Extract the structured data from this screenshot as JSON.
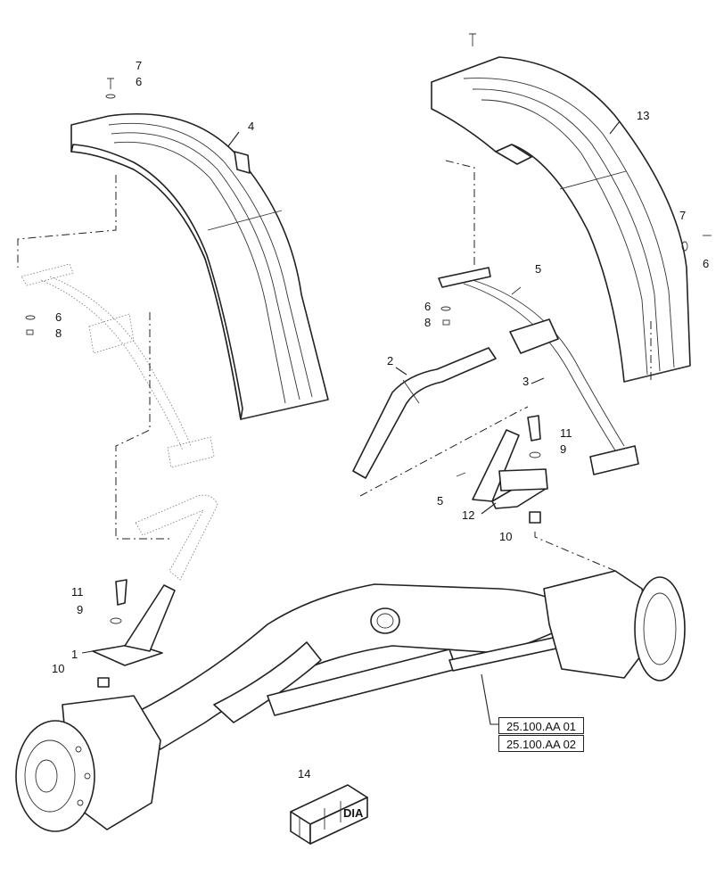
{
  "callouts": {
    "c1": "1",
    "c2": "2",
    "c3": "3",
    "c4": "4",
    "c5a": "5",
    "c5b": "5",
    "c6a": "6",
    "c6b": "6",
    "c6c": "6",
    "c6d": "6",
    "c7a": "7",
    "c7b": "7",
    "c8a": "8",
    "c8b": "8",
    "c9a": "9",
    "c9b": "9",
    "c10a": "10",
    "c10b": "10",
    "c11a": "11",
    "c11b": "11",
    "c12": "12",
    "c13": "13",
    "c14": "14"
  },
  "references": [
    "25.100.AA 01",
    "25.100.AA 02"
  ],
  "kit_label": "DIA"
}
